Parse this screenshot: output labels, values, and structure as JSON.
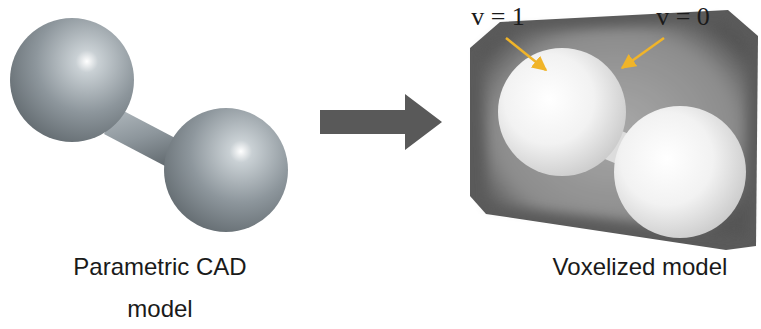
{
  "diagram": {
    "labels": [
      "Parametric CAD model",
      "Voxelized model",
      "v = 1",
      "v = 0"
    ]
  }
}
